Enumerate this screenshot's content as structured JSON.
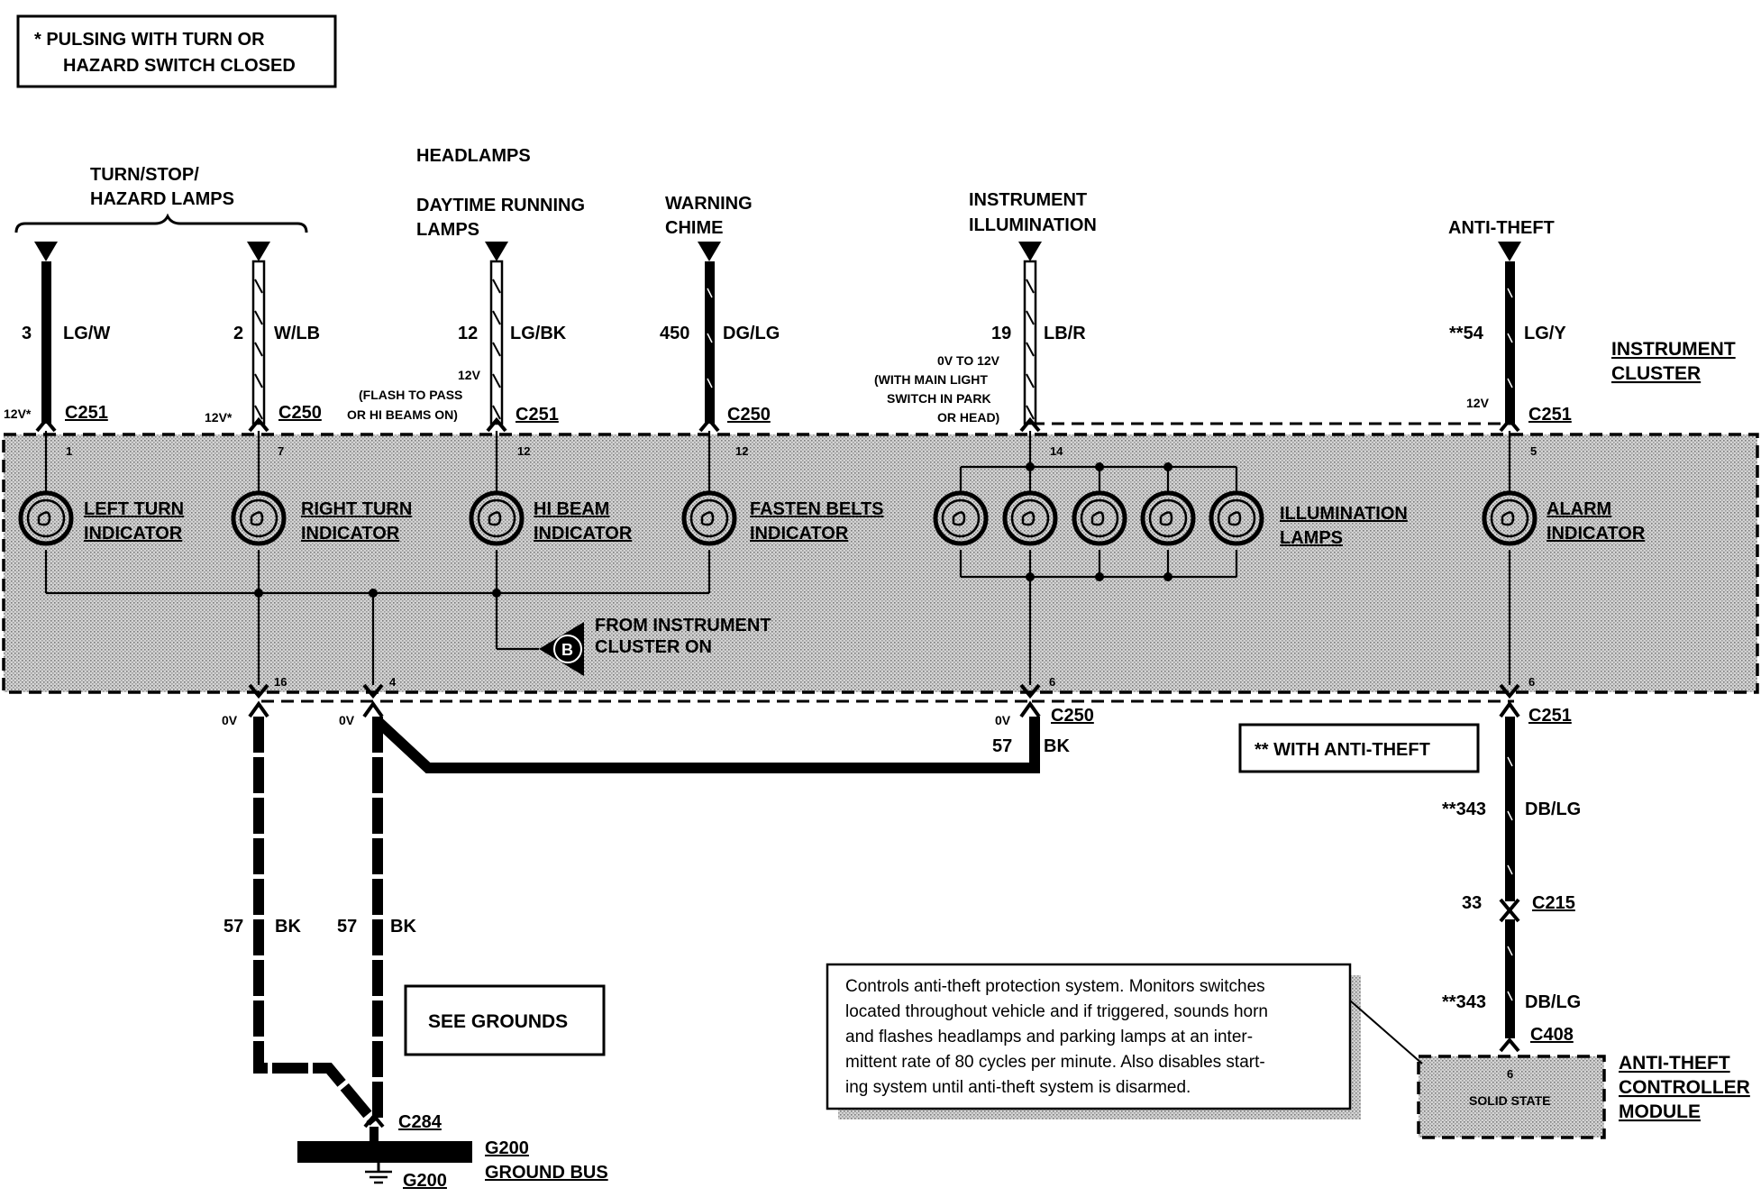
{
  "legend": {
    "line1": "*  PULSING WITH TURN OR",
    "line2": "HAZARD SWITCH CLOSED"
  },
  "sources": {
    "turn_line1": "TURN/STOP/",
    "turn_line2": "HAZARD LAMPS",
    "headlamps": "HEADLAMPS",
    "drl_line1": "DAYTIME RUNNING",
    "drl_line2": "LAMPS",
    "chime_line1": "WARNING",
    "chime_line2": "CHIME",
    "illum_line1": "INSTRUMENT",
    "illum_line2": "ILLUMINATION",
    "antitheft": "ANTI-THEFT"
  },
  "wires": {
    "w1_circuit": "3",
    "w1_color": "LG/W",
    "w2_circuit": "2",
    "w2_color": "W/LB",
    "w3_circuit": "12",
    "w3_color": "LG/BK",
    "w4_circuit": "450",
    "w4_color": "DG/LG",
    "w5_circuit": "19",
    "w5_color": "LB/R",
    "w6_circuit": "**54",
    "w6_color": "LG/Y",
    "g_circuit": "57",
    "g_color": "BK",
    "at1_circuit": "**343",
    "at1_color": "DB/LG",
    "at2_circuit": "33",
    "at3_circuit": "**343",
    "at3_color": "DB/LG"
  },
  "voltages": {
    "v1": "12V*",
    "v2": "12V*",
    "v3_line1": "12V",
    "v3_line2": "(FLASH TO PASS",
    "v3_line3": "OR HI BEAMS ON)",
    "v5_line1": "0V TO 12V",
    "v5_line2": "(WITH MAIN LIGHT",
    "v5_line3": "SWITCH IN PARK",
    "v5_line4": "OR HEAD)",
    "v6": "12V",
    "zero": "0V"
  },
  "connectors": {
    "c251": "C251",
    "c250": "C250",
    "c215": "C215",
    "c408": "C408",
    "c284": "C284"
  },
  "pins": {
    "p1": "1",
    "p7": "7",
    "p12": "12",
    "p14": "14",
    "p5": "5",
    "p16": "16",
    "p4": "4",
    "p6": "6"
  },
  "cluster": {
    "title_line1": "INSTRUMENT",
    "title_line2": "CLUSTER",
    "left_turn_l1": "LEFT TURN",
    "left_turn_l2": "INDICATOR",
    "right_turn_l1": "RIGHT TURN",
    "right_turn_l2": "INDICATOR",
    "hi_beam_l1": "HI BEAM",
    "hi_beam_l2": "INDICATOR",
    "belts_l1": "FASTEN BELTS",
    "belts_l2": "INDICATOR",
    "illum_l1": "ILLUMINATION",
    "illum_l2": "LAMPS",
    "alarm_l1": "ALARM",
    "alarm_l2": "INDICATOR",
    "from_l1": "FROM INSTRUMENT",
    "from_l2": "CLUSTER ON",
    "b_marker": "B"
  },
  "notes": {
    "antitheft_note": "**  WITH ANTI-THEFT",
    "see_grounds": "SEE GROUNDS",
    "desc_l1": "Controls anti-theft protection system.  Monitors switches",
    "desc_l2": "located throughout vehicle and if triggered, sounds horn",
    "desc_l3": "and flashes headlamps and parking lamps at an inter-",
    "desc_l4": "mittent rate of 80 cycles per minute.  Also disables start-",
    "desc_l5": "ing system until anti-theft system is disarmed."
  },
  "module": {
    "pin": "6",
    "solid_state": "SOLID STATE",
    "name_l1": "ANTI-THEFT",
    "name_l2": "CONTROLLER",
    "name_l3": "MODULE"
  },
  "ground": {
    "bus_id": "G200",
    "bus_name": "GROUND BUS",
    "ground_id": "G200"
  },
  "colors": {
    "ink": "#000000",
    "shade": "#c8c8c8",
    "paper": "#ffffff"
  }
}
